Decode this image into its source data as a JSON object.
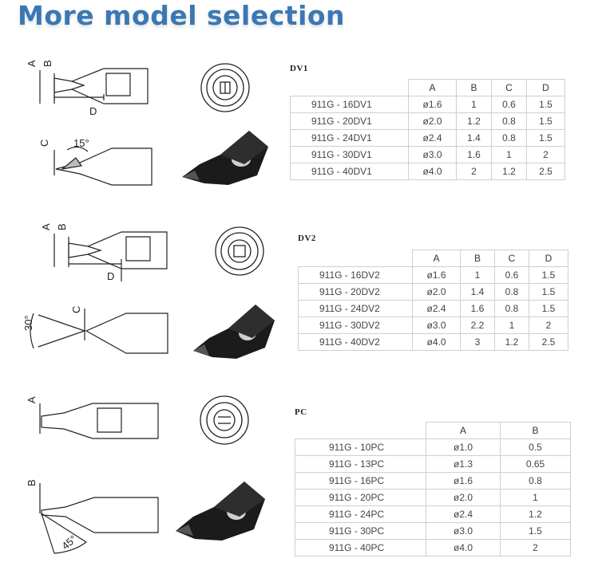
{
  "page": {
    "headline": "More model selection"
  },
  "sections": [
    {
      "title": "DV1",
      "columns": [
        "A",
        "B",
        "C",
        "D"
      ],
      "rows": [
        [
          "911G - 16DV1",
          "ø1.6",
          "1",
          "0.6",
          "1.5"
        ],
        [
          "911G - 20DV1",
          "ø2.0",
          "1.2",
          "0.8",
          "1.5"
        ],
        [
          "911G - 24DV1",
          "ø2.4",
          "1.4",
          "0.8",
          "1.5"
        ],
        [
          "911G - 30DV1",
          "ø3.0",
          "1.6",
          "1",
          "2"
        ],
        [
          "911G - 40DV1",
          "ø4.0",
          "2",
          "1.2",
          "2.5"
        ]
      ],
      "diagram_labels": {
        "a": "A",
        "b": "B",
        "c": "C",
        "d": "D",
        "angle": "15°"
      }
    },
    {
      "title": "DV2",
      "columns": [
        "A",
        "B",
        "C",
        "D"
      ],
      "rows": [
        [
          "911G - 16DV2",
          "ø1.6",
          "1",
          "0.6",
          "1.5"
        ],
        [
          "911G - 20DV2",
          "ø2.0",
          "1.4",
          "0.8",
          "1.5"
        ],
        [
          "911G - 24DV2",
          "ø2.4",
          "1.6",
          "0.8",
          "1.5"
        ],
        [
          "911G - 30DV2",
          "ø3.0",
          "2.2",
          "1",
          "2"
        ],
        [
          "911G - 40DV2",
          "ø4.0",
          "3",
          "1.2",
          "2.5"
        ]
      ],
      "diagram_labels": {
        "a": "A",
        "b": "B",
        "c": "C",
        "d": "D",
        "angle": "30°"
      }
    },
    {
      "title": "PC",
      "columns": [
        "A",
        "B"
      ],
      "rows": [
        [
          "911G - 10PC",
          "ø1.0",
          "0.5"
        ],
        [
          "911G - 13PC",
          "ø1.3",
          "0.65"
        ],
        [
          "911G - 16PC",
          "ø1.6",
          "0.8"
        ],
        [
          "911G - 20PC",
          "ø2.0",
          "1"
        ],
        [
          "911G - 24PC",
          "ø2.4",
          "1.2"
        ],
        [
          "911G - 30PC",
          "ø3.0",
          "1.5"
        ],
        [
          "911G - 40PC",
          "ø4.0",
          "2"
        ]
      ],
      "diagram_labels": {
        "a": "A",
        "b": "B",
        "angle": "45°"
      }
    }
  ]
}
